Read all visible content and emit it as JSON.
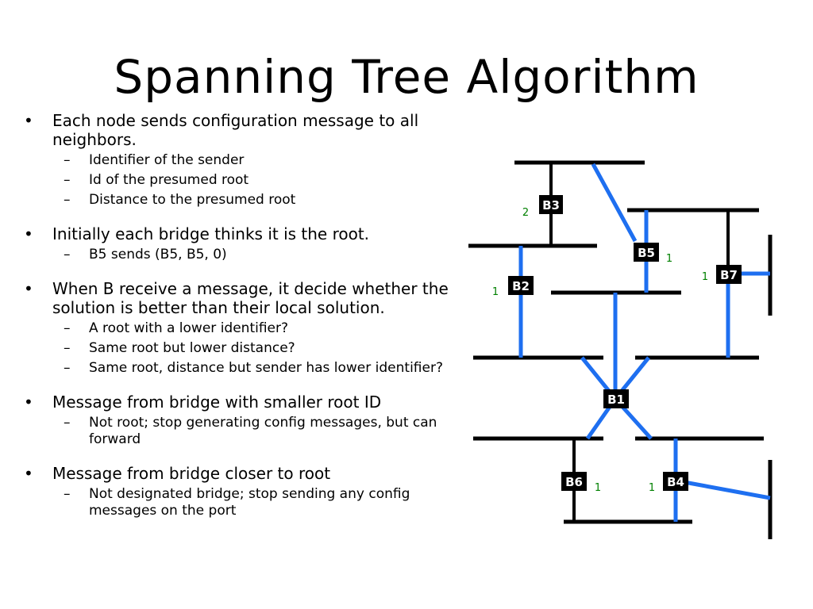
{
  "title": "Spanning Tree Algorithm",
  "bullets": [
    {
      "text": "Each node sends configuration message to all neighbors.",
      "sub": [
        "Identifier of the sender",
        "Id of the presumed root",
        "Distance to the presumed root"
      ]
    },
    {
      "text": "Initially each bridge thinks it is the root.",
      "sub": [
        "B5 sends (B5, B5, 0)"
      ]
    },
    {
      "text": "When B receive a message, it decide whether the solution is better than their local solution.",
      "sub": [
        "A root with a lower identifier?",
        "Same root but lower distance?",
        "Same root, distance but sender has lower identifier?"
      ]
    },
    {
      "text": "Message from bridge with smaller root ID",
      "sub": [
        "Not root; stop generating config messages, but can forward"
      ]
    },
    {
      "text": "Message from bridge closer to root",
      "sub": [
        "Not designated bridge; stop sending  any config messages on the port"
      ]
    }
  ],
  "diagram": {
    "bridges": [
      {
        "id": "B3",
        "label": "B3",
        "port": "2"
      },
      {
        "id": "B5",
        "label": "B5",
        "port": "1"
      },
      {
        "id": "B7",
        "label": "B7",
        "port": "1"
      },
      {
        "id": "B2",
        "label": "B2",
        "port": "1"
      },
      {
        "id": "B1",
        "label": "B1",
        "port": ""
      },
      {
        "id": "B6",
        "label": "B6",
        "port": "1"
      },
      {
        "id": "B4",
        "label": "B4",
        "port": "1"
      }
    ],
    "colors": {
      "lan": "#000000",
      "active_link": "#1e6ff0",
      "port_label": "#008000",
      "bridge_fill": "#000000"
    }
  }
}
